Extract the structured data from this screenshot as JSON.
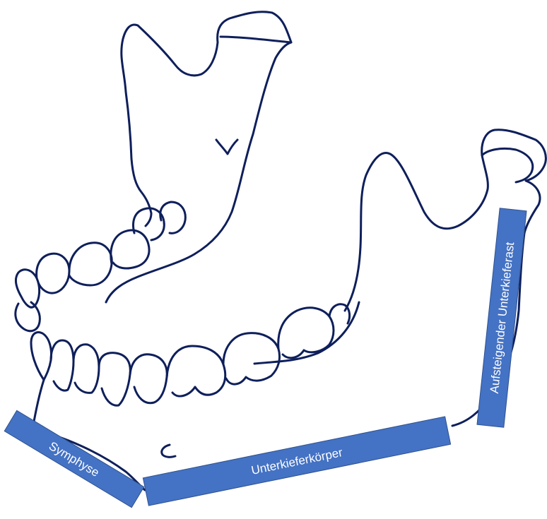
{
  "colors": {
    "outline": "#0e1f5b",
    "label_fill": "#4472c4",
    "label_border": "#2f528f",
    "label_text": "#ffffff",
    "background": "#ffffff"
  },
  "labels": {
    "symphyse": "Symphyse",
    "koerper": "Unterkieferkörper",
    "ast": "Aufsteigender Unterkieferast"
  }
}
